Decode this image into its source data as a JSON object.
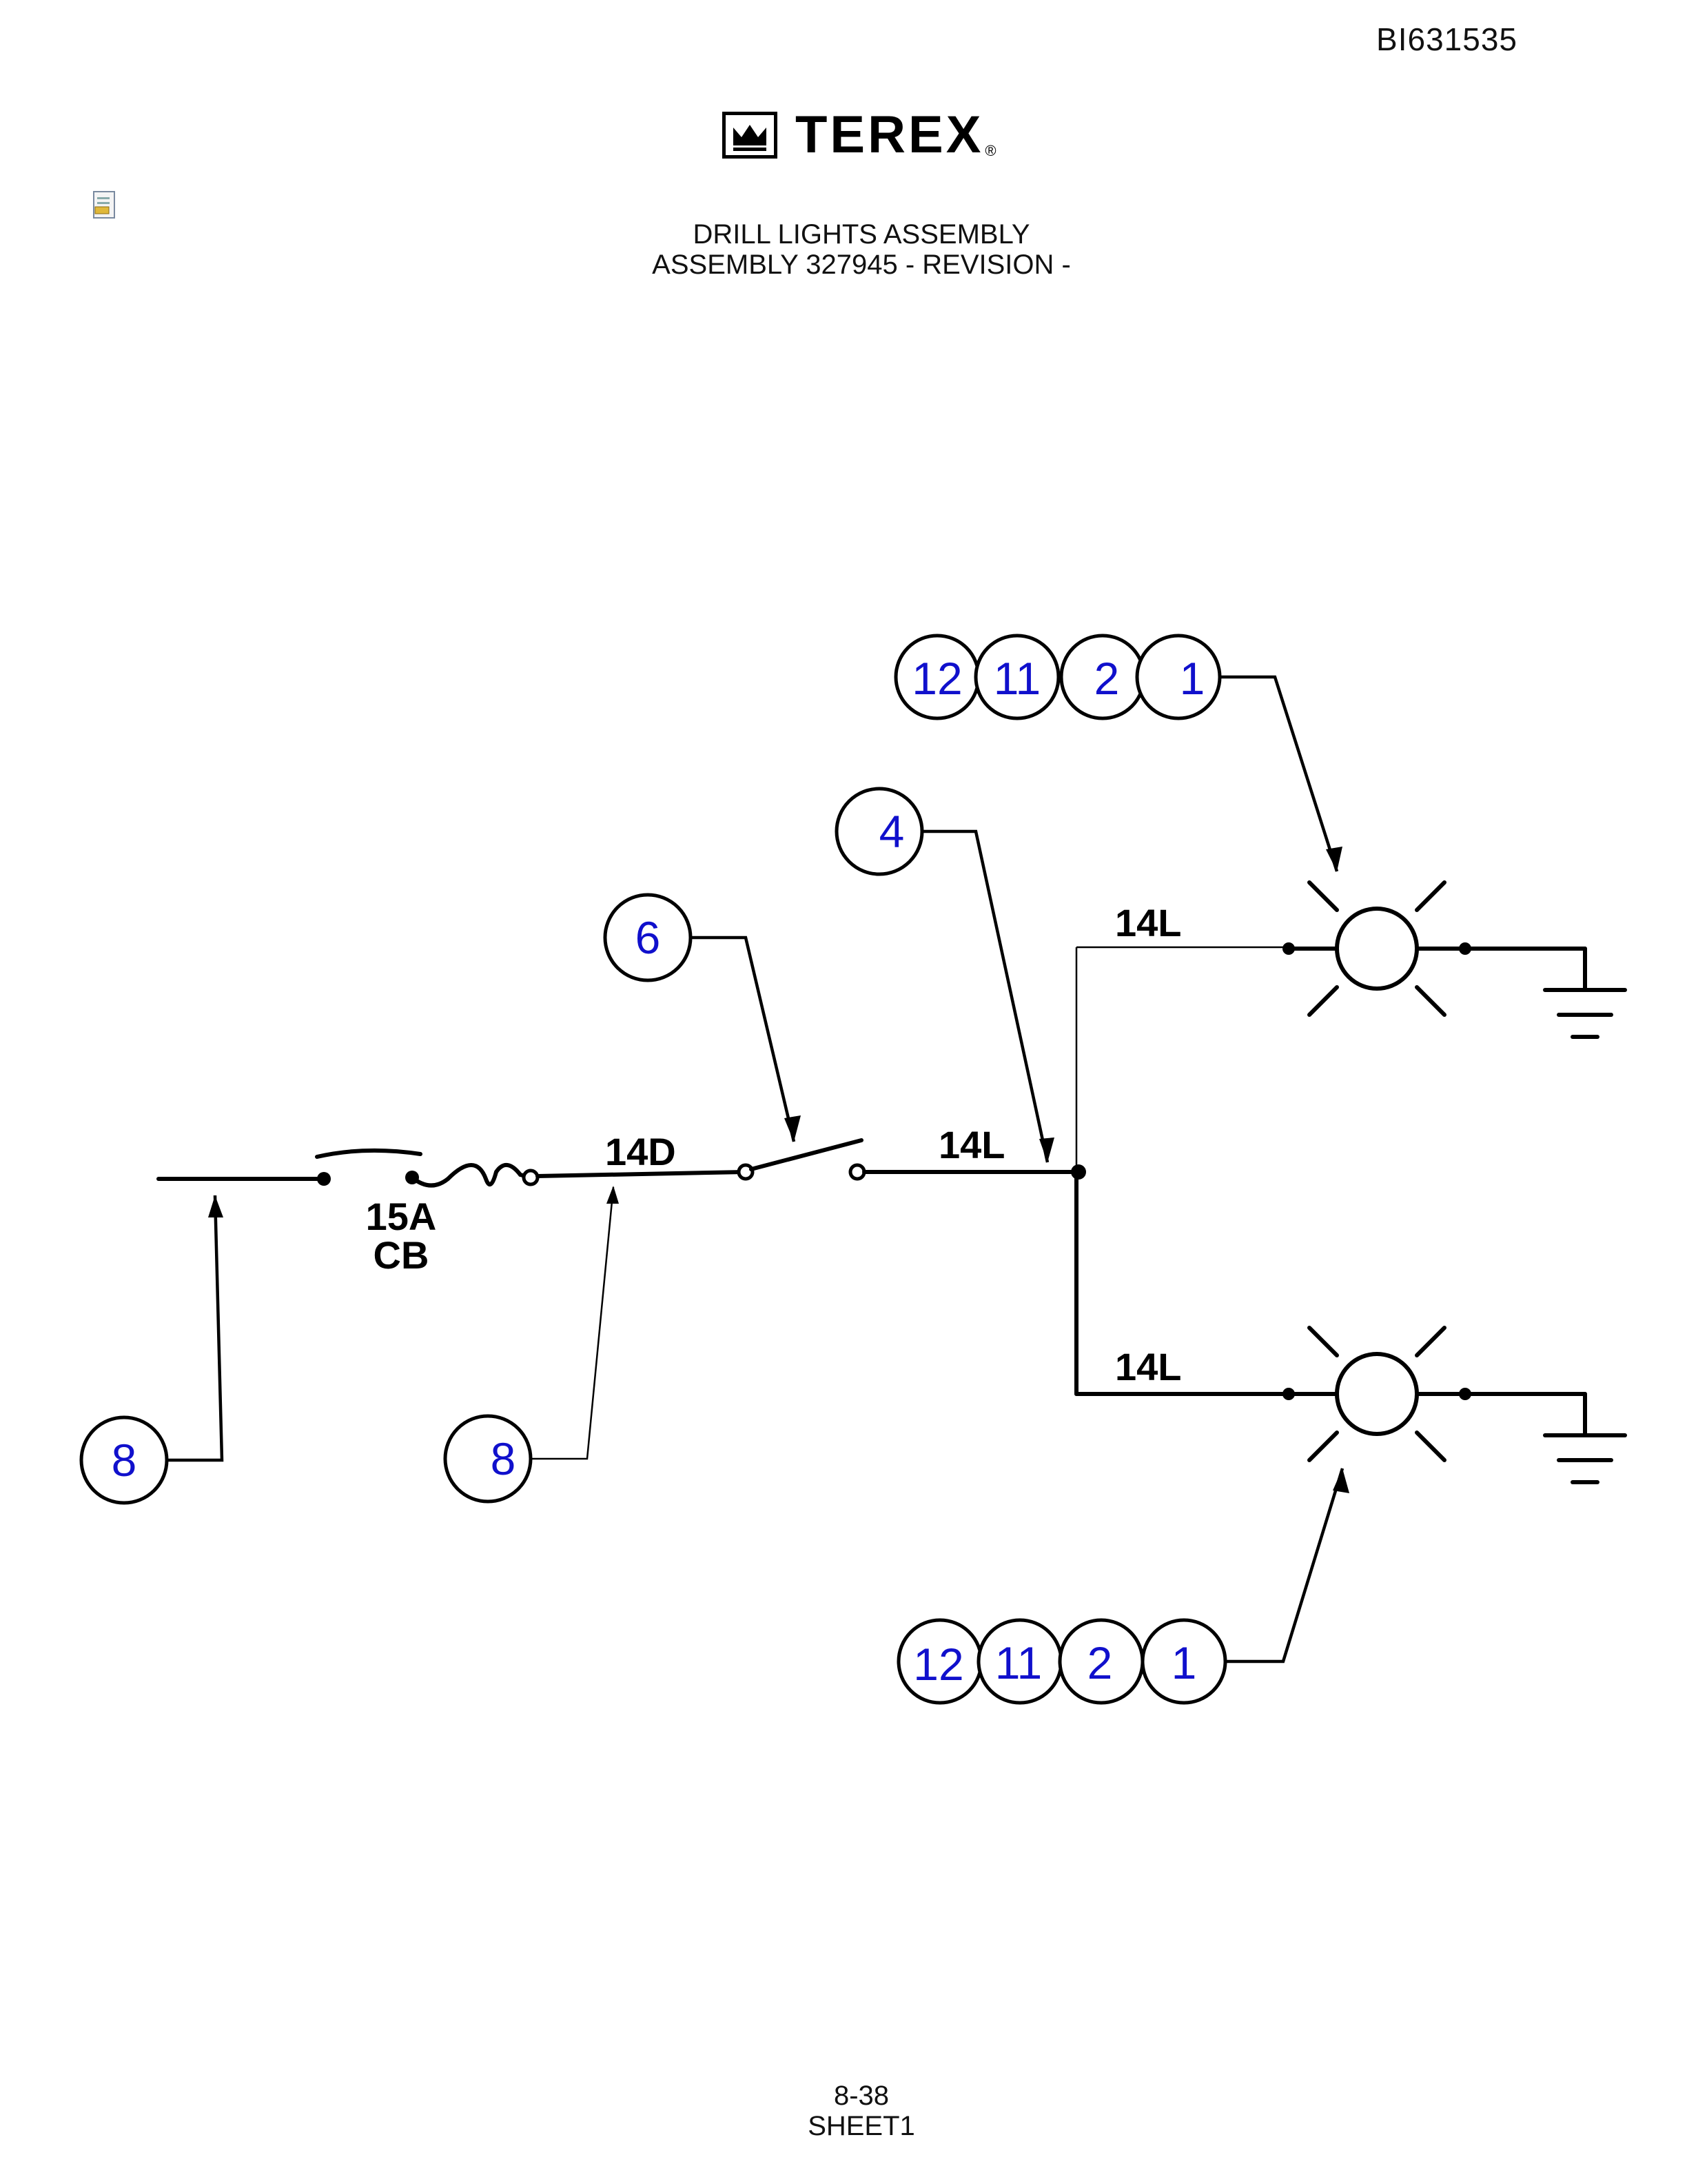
{
  "header": {
    "doc_id": "BI631535",
    "brand": "TEREX",
    "registered": "®",
    "title_line1": "DRILL LIGHTS ASSEMBLY",
    "title_line2": "ASSEMBLY 327945 - REVISION -"
  },
  "diagram": {
    "wire_labels": {
      "feed": "14D",
      "switched": "14L",
      "upper_lamp": "14L",
      "lower_lamp": "14L"
    },
    "breaker": {
      "rating": "15A",
      "type": "CB"
    },
    "balloons": {
      "upper_group": [
        "12",
        "11",
        "2",
        "1"
      ],
      "lower_group": [
        "12",
        "11",
        "2",
        "1"
      ],
      "junction": "4",
      "switch": "6",
      "input_left": "8",
      "input_mid": "8"
    }
  },
  "footer": {
    "page": "8-38",
    "sheet": "SHEET1"
  }
}
